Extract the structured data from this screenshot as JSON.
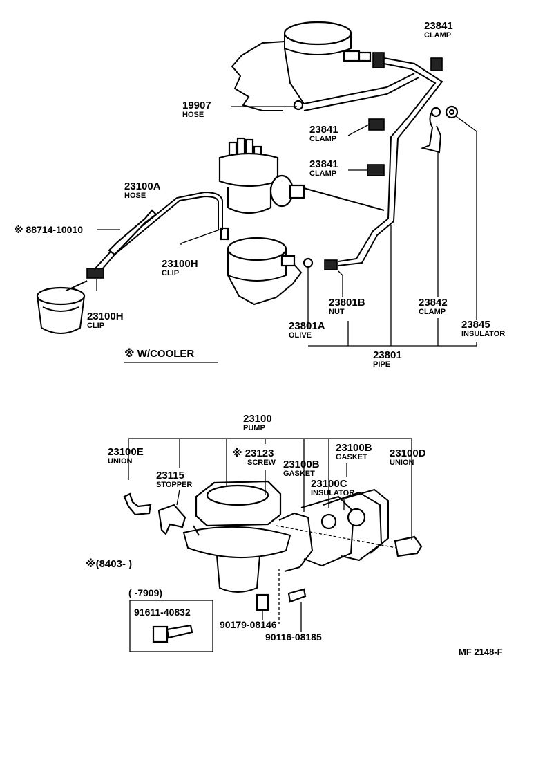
{
  "labels": {
    "l23841_top": {
      "pn": "23841",
      "name": "CLAMP"
    },
    "l19907": {
      "pn": "19907",
      "name": "HOSE"
    },
    "l23841_mid": {
      "pn": "23841",
      "name": "CLAMP"
    },
    "l23841_low": {
      "pn": "23841",
      "name": "CLAMP"
    },
    "l23100A": {
      "pn": "23100A",
      "name": "HOSE"
    },
    "l88714": {
      "text": "※ 88714-10010"
    },
    "l23100H_a": {
      "pn": "23100H",
      "name": "CLIP"
    },
    "l23100H_b": {
      "pn": "23100H",
      "name": "CLIP"
    },
    "l23801B": {
      "pn": "23801B",
      "name": "NUT"
    },
    "l23842": {
      "pn": "23842",
      "name": "CLAMP"
    },
    "l23801A": {
      "pn": "23801A",
      "name": "OLIVE"
    },
    "l23845": {
      "pn": "23845",
      "name": "INSULATOR"
    },
    "l23801": {
      "pn": "23801",
      "name": "PIPE"
    },
    "wcooler": {
      "text": "※ W/COOLER"
    },
    "l23100": {
      "pn": "23100",
      "name": "PUMP"
    },
    "l23100E": {
      "pn": "23100E",
      "name": "UNION"
    },
    "l23123": {
      "pn": "※ 23123",
      "name": "SCREW"
    },
    "l23100B_a": {
      "pn": "23100B",
      "name": "GASKET"
    },
    "l23100B_b": {
      "pn": "23100B",
      "name": "GASKET"
    },
    "l23100D": {
      "pn": "23100D",
      "name": "UNION"
    },
    "l23115": {
      "pn": "23115",
      "name": "STOPPER"
    },
    "l23100C": {
      "pn": "23100C",
      "name": "INSULATOR"
    },
    "l8403": {
      "text": "※(8403-        )"
    },
    "l7909": {
      "text": "(       -7909)"
    },
    "l91611": {
      "text": "91611-40832"
    },
    "l90179": {
      "text": "90179-08146"
    },
    "l90116": {
      "text": "90116-08185"
    },
    "code": {
      "text": "MF 2148-F"
    }
  }
}
